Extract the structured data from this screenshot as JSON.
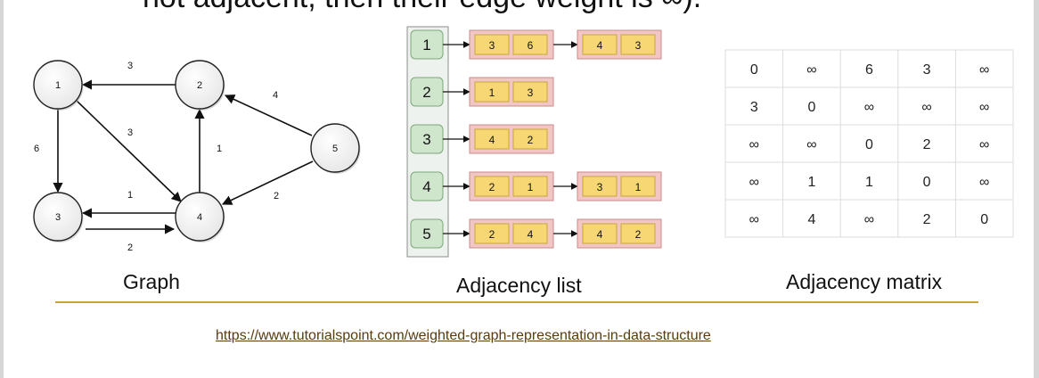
{
  "top_text": "not adjacent, then their edge weight is ∞).",
  "graph": {
    "nodes": [
      {
        "id": "1",
        "label": "1"
      },
      {
        "id": "2",
        "label": "2"
      },
      {
        "id": "3",
        "label": "3"
      },
      {
        "id": "4",
        "label": "4"
      },
      {
        "id": "5",
        "label": "5"
      }
    ],
    "edges": [
      {
        "from": "2",
        "to": "1",
        "weight": "3"
      },
      {
        "from": "1",
        "to": "3",
        "weight": "6"
      },
      {
        "from": "1",
        "to": "4",
        "weight": "3"
      },
      {
        "from": "4",
        "to": "2",
        "weight": "1"
      },
      {
        "from": "5",
        "to": "2",
        "weight": "4"
      },
      {
        "from": "5",
        "to": "4",
        "weight": "2"
      },
      {
        "from": "4",
        "to": "3",
        "weight": "1"
      },
      {
        "from": "3",
        "to": "4",
        "weight": "2"
      }
    ]
  },
  "adjacency_list": {
    "rows": [
      {
        "vertex": "1",
        "entries": [
          [
            "3",
            "6"
          ],
          [
            "4",
            "3"
          ]
        ]
      },
      {
        "vertex": "2",
        "entries": [
          [
            "1",
            "3"
          ]
        ]
      },
      {
        "vertex": "3",
        "entries": [
          [
            "4",
            "2"
          ]
        ]
      },
      {
        "vertex": "4",
        "entries": [
          [
            "2",
            "1"
          ],
          [
            "3",
            "1"
          ]
        ]
      },
      {
        "vertex": "5",
        "entries": [
          [
            "2",
            "4"
          ],
          [
            "4",
            "2"
          ]
        ]
      }
    ]
  },
  "adjacency_matrix": [
    [
      "0",
      "∞",
      "6",
      "3",
      "∞"
    ],
    [
      "3",
      "0",
      "∞",
      "∞",
      "∞"
    ],
    [
      "∞",
      "∞",
      "0",
      "2",
      "∞"
    ],
    [
      "∞",
      "1",
      "1",
      "0",
      "∞"
    ],
    [
      "∞",
      "4",
      "∞",
      "2",
      "0"
    ]
  ],
  "captions": {
    "graph": "Graph",
    "list": "Adjacency list",
    "matrix": "Adjacency matrix"
  },
  "source_url": "https://www.tutorialspoint.com/weighted-graph-representation-in-data-structure"
}
